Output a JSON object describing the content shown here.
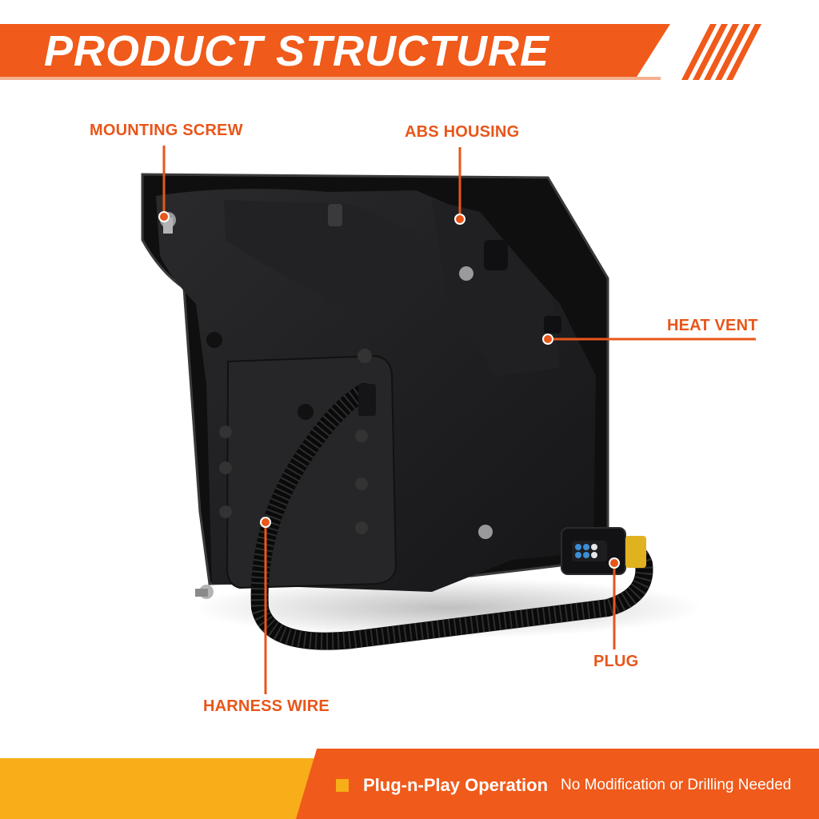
{
  "header": {
    "title": "PRODUCT STRUCTURE"
  },
  "callouts": {
    "mounting_screw": "MOUNTING SCREW",
    "abs_housing": "ABS HOUSING",
    "heat_vent": "HEAT VENT",
    "plug": "PLUG",
    "harness_wire": "HARNESS WIRE"
  },
  "footer": {
    "feature": "Plug-n-Play Operation",
    "detail": "No Modification or Drilling Needed"
  },
  "colors": {
    "accent": "#f05a1a",
    "secondary": "#f7ae19",
    "housing": "#1c1c1e"
  }
}
